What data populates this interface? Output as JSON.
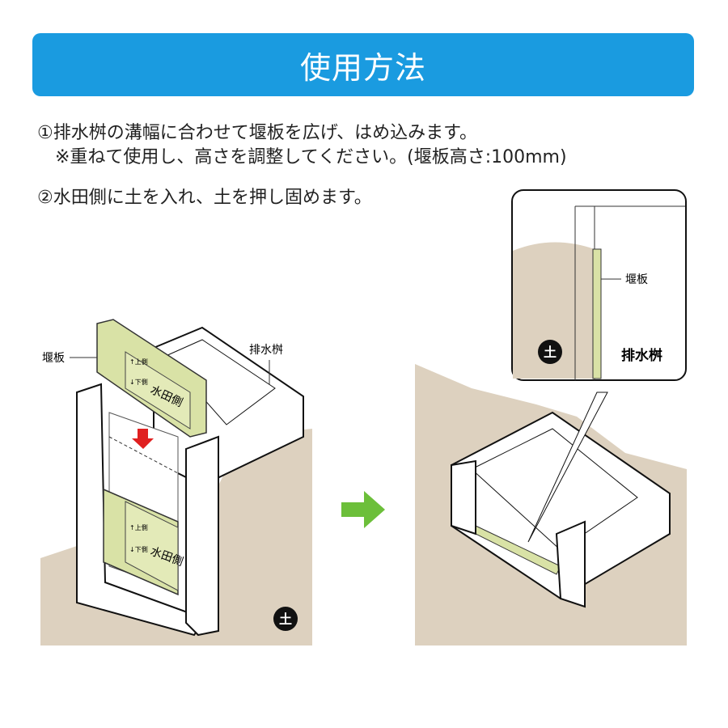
{
  "header": {
    "title": "使用方法"
  },
  "instructions": [
    "①排水桝の溝幅に合わせて堰板を広げ、はめ込みます。",
    "※重ねて使用し、高さを調整してください。(堰板高さ:100mm)",
    "②水田側に土を入れ、土を押し固めます。"
  ],
  "left_figure": {
    "label_board": "堰板",
    "label_basin": "排水桝",
    "board_top_side": "↑上側",
    "board_bottom_side": "↓下側",
    "board_paddy_side": "水田側",
    "soil_badge": "土"
  },
  "right_figure": {
    "label_board": "堰板",
    "label_basin": "排水桝",
    "soil_badge": "土"
  },
  "colors": {
    "header": "#1a9be0",
    "soil": "#ddd1bf",
    "board": "#d9e2a6",
    "arrow_down": "#e02020",
    "arrow_next": "#6cbf3a"
  }
}
